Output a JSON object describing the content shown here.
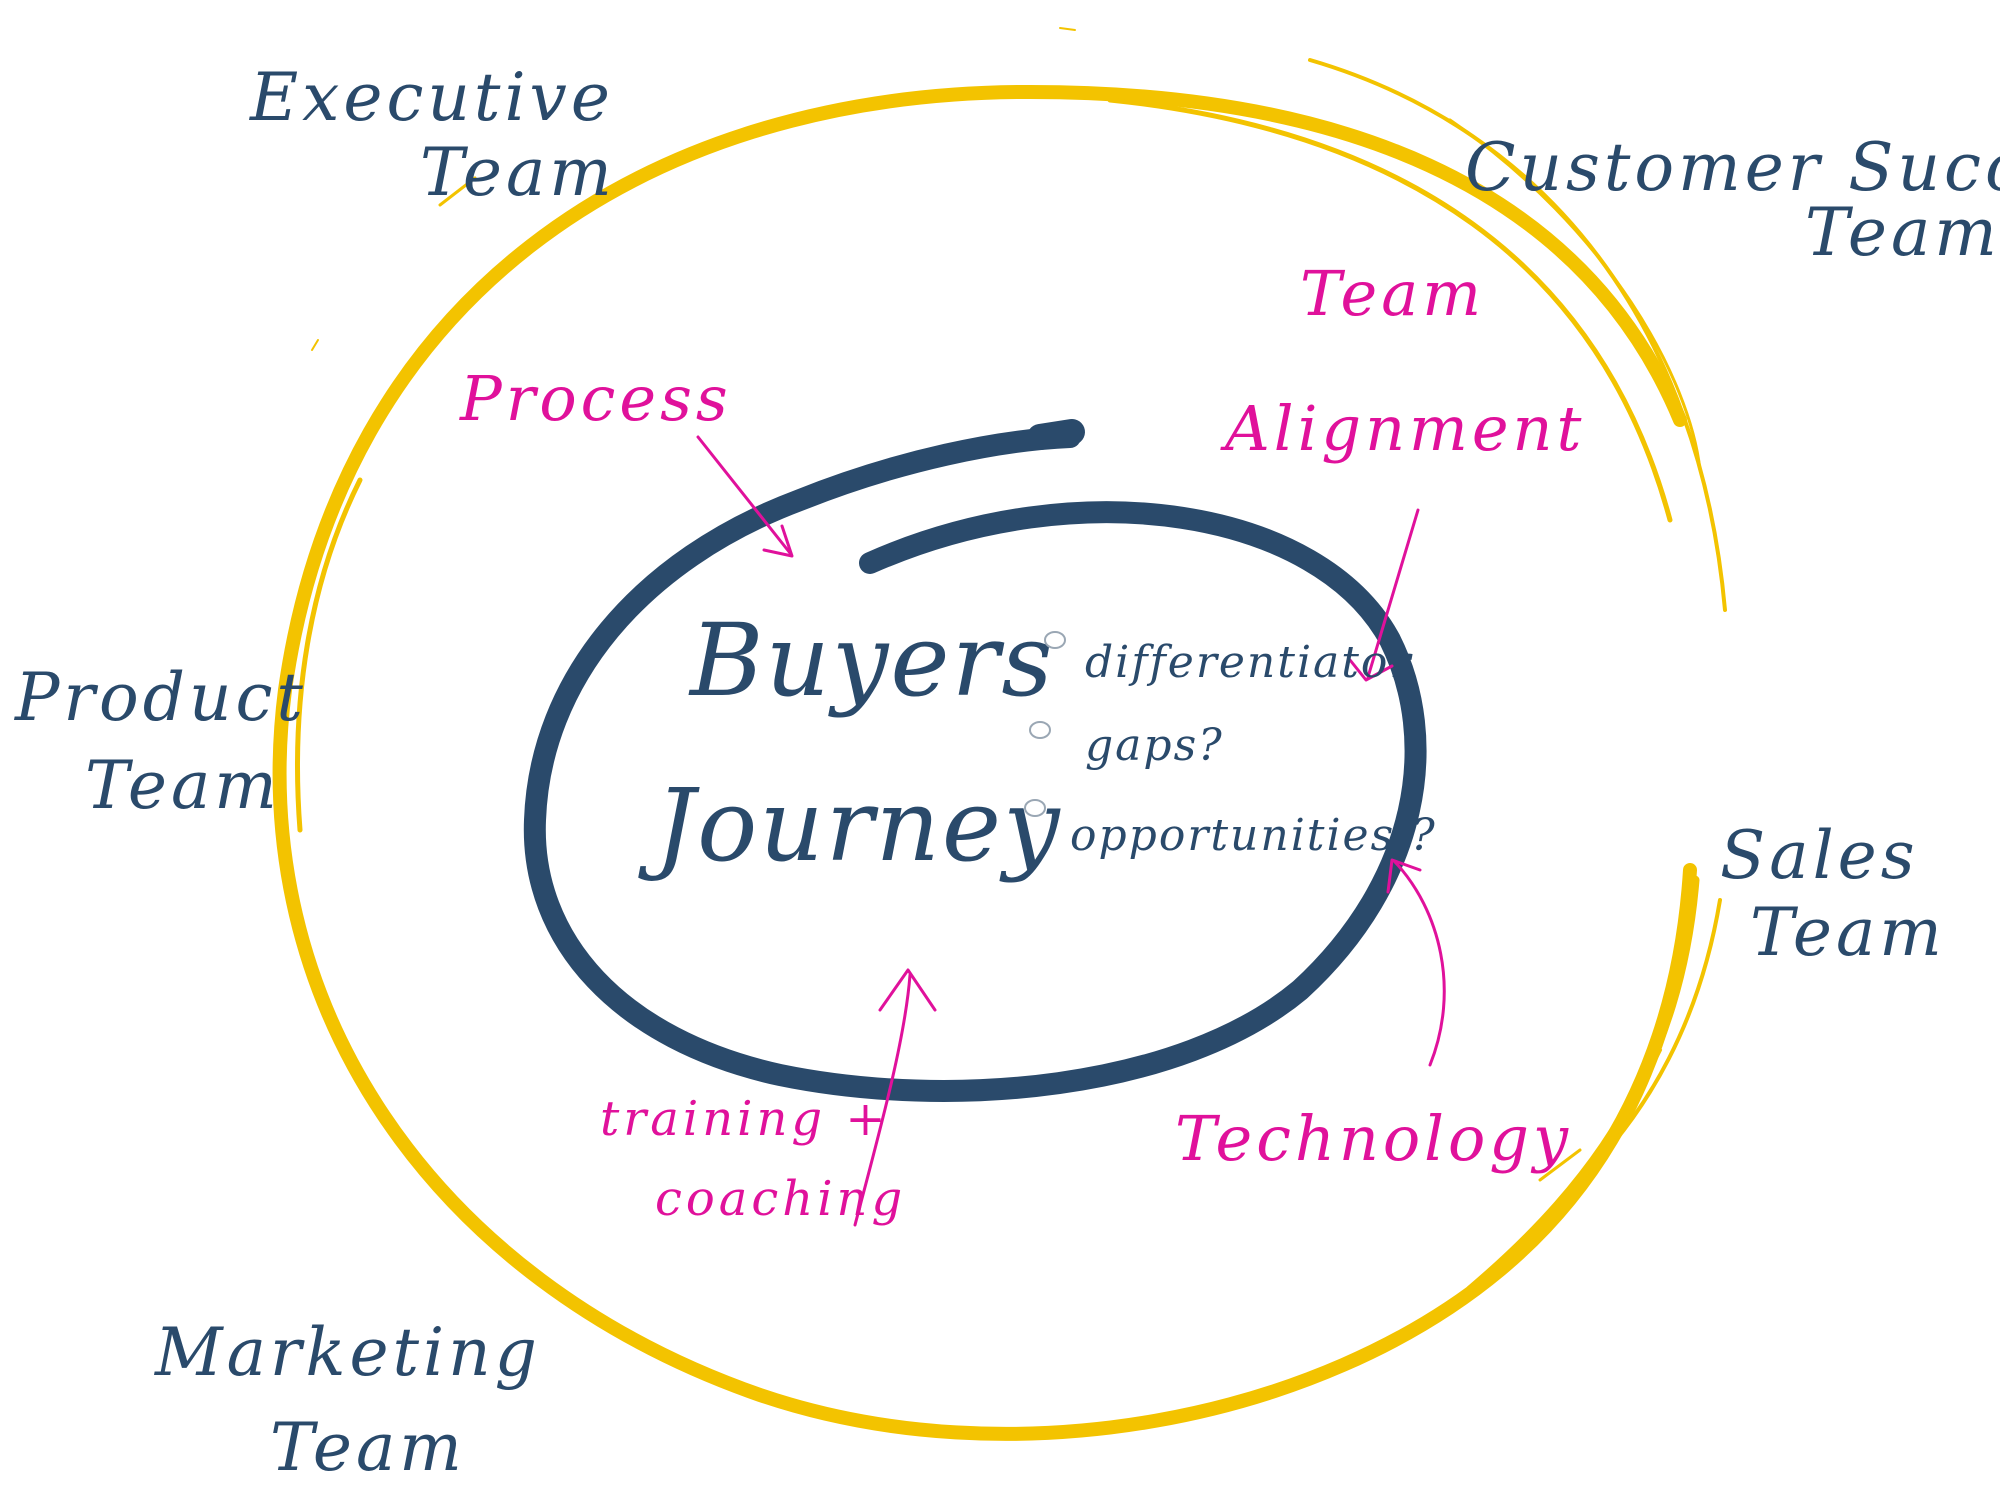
{
  "colors": {
    "navy": "#2a4a6b",
    "yellow": "#f3c300",
    "magenta": "#e0119b",
    "bullet_ring": "#9aa7b4"
  },
  "teams": {
    "executive": {
      "line1": "Executive",
      "line2": "Team"
    },
    "customer_success": {
      "line1": "Customer Success",
      "line2": "Team"
    },
    "product": {
      "line1": "Product",
      "line2": "Team"
    },
    "sales": {
      "line1": "Sales",
      "line2": "Team"
    },
    "marketing": {
      "line1": "Marketing",
      "line2": "Team"
    }
  },
  "enablers": {
    "process": "Process",
    "team_alignment": {
      "line1": "Team",
      "line2": "Alignment"
    },
    "training": {
      "line1": "training +",
      "line2": "coaching"
    },
    "technology": "Technology"
  },
  "center": {
    "line1": "Buyers",
    "line2": "Journey"
  },
  "bullets": [
    "differentiator",
    "gaps?",
    "opportunities ?"
  ]
}
